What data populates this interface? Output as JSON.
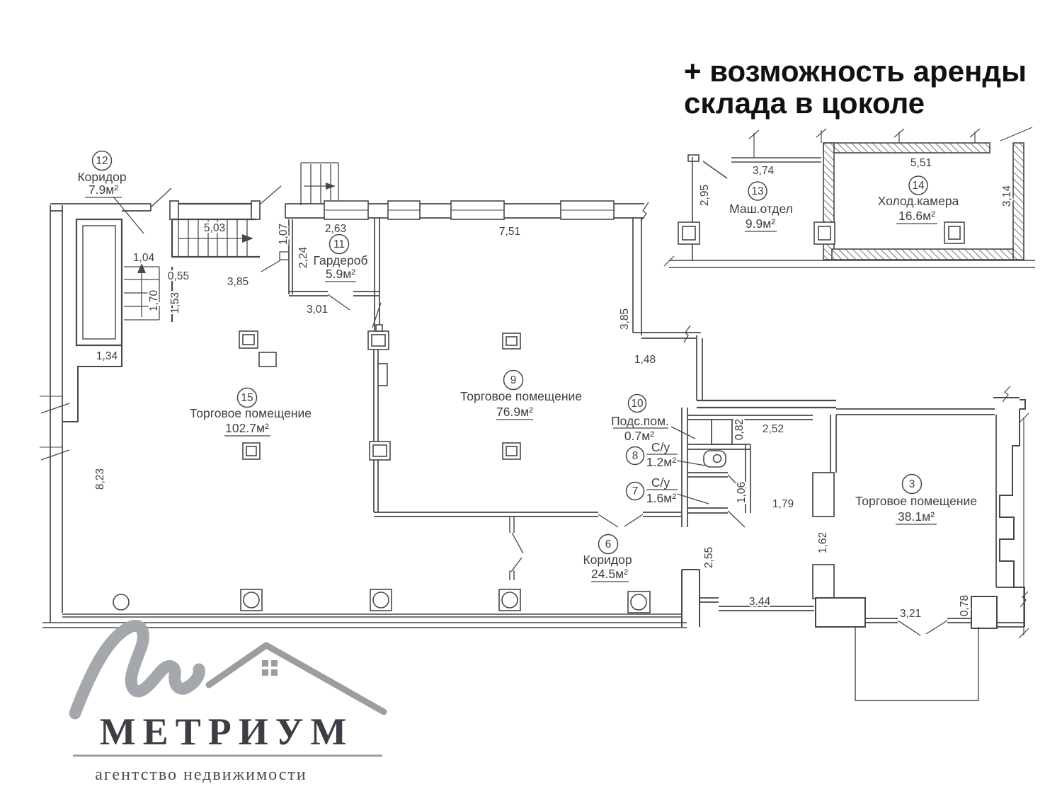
{
  "header": {
    "line1": "+ возможность аренды",
    "line2": "склада в цоколе"
  },
  "rooms": {
    "r12": {
      "num": "12",
      "name": "Коридор",
      "area": "7.9м²"
    },
    "r11": {
      "num": "11",
      "name": "Гардероб",
      "area": "5.9м²"
    },
    "r15": {
      "num": "15",
      "name": "Торговое помещение",
      "area": "102.7м²"
    },
    "r9": {
      "num": "9",
      "name": "Торговое помещение",
      "area": "76.9м²"
    },
    "r10": {
      "num": "10",
      "name": "Подс.пом.",
      "area": "0.7м²"
    },
    "r8": {
      "num": "8",
      "name": "С/у",
      "area": "1.2м²"
    },
    "r7": {
      "num": "7",
      "name": "С/у",
      "area": "1.6м²"
    },
    "r6": {
      "num": "6",
      "name": "Коридор",
      "area": "24.5м²"
    },
    "r3": {
      "num": "3",
      "name": "Торговое помещение",
      "area": "38.1м²"
    },
    "r13": {
      "num": "13",
      "name": "Маш.отдел",
      "area": "9.9м²"
    },
    "r14": {
      "num": "14",
      "name": "Холод.камера",
      "area": "16.6м²"
    }
  },
  "dims": {
    "d5_03": "5,03",
    "d1_04": "1,04",
    "d0_55": "0,55",
    "d1_70": "1,70",
    "d1_53": "1,53",
    "d3_85a": "3,85",
    "d1_07": "1,07",
    "d2_63": "2,63",
    "d2_24": "2,24",
    "d3_01": "3,01",
    "d1_34": "1,34",
    "d8_23": "8,23",
    "d7_51": "7,51",
    "d3_85b": "3,85",
    "d1_48": "1,48",
    "d0_82": "0,82",
    "d2_52": "2,52",
    "d1_06": "1,06",
    "d1_79": "1,79",
    "d1_62": "1,62",
    "d2_55": "2,55",
    "d3_44": "3.44",
    "d3_21": "3,21",
    "d0_78": "0,78",
    "i3_74": "3,74",
    "i2_95": "2,95",
    "i5_51": "5,51",
    "i3_14": "3,14"
  },
  "logo": {
    "brand": "МЕТРИУМ",
    "tagline": "агентство недвижимости"
  },
  "colors": {
    "line": "#45484c",
    "logo_gray": "#9b9ea1",
    "text": "#101113"
  }
}
